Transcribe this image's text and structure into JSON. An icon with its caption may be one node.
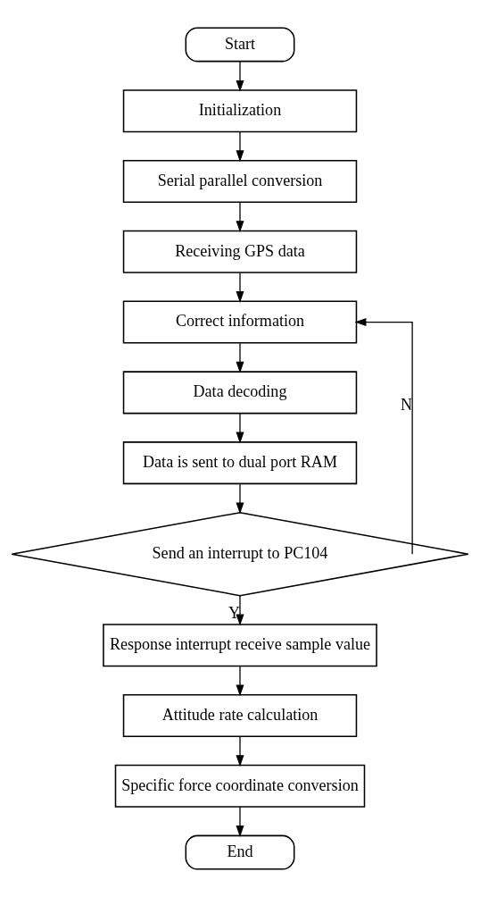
{
  "diagram": {
    "nodes": [
      {
        "text": [
          "Start"
        ]
      },
      {
        "text": [
          "Initialization"
        ]
      },
      {
        "text": [
          "Serial parallel conversion"
        ]
      },
      {
        "text": [
          "Receiving GPS data"
        ]
      },
      {
        "text": [
          "Correct information"
        ]
      },
      {
        "text": [
          "Data decoding"
        ]
      },
      {
        "text": [
          "Data is sent to dual port RAM"
        ]
      },
      {
        "text": [
          "Send an interrupt to PC104"
        ]
      },
      {
        "text": [
          "Response interrupt receive sample value"
        ]
      },
      {
        "text": [
          "Attitude rate calculation"
        ]
      },
      {
        "text": [
          "Specific force coordinate conversion"
        ]
      },
      {
        "text": [
          "End"
        ]
      }
    ],
    "edges": [
      {
        "from": 0,
        "to": 1,
        "arrow": "to"
      },
      {
        "from": 1,
        "to": 2,
        "arrow": "to"
      },
      {
        "from": 2,
        "to": 3,
        "arrow": "to"
      },
      {
        "from": 3,
        "to": 4,
        "arrow": "to"
      },
      {
        "from": 4,
        "to": 5,
        "arrow": "to"
      },
      {
        "from": 5,
        "to": 6,
        "arrow": "to"
      },
      {
        "from": 6,
        "to": 7,
        "arrow": "to"
      },
      {
        "from": 7,
        "to": 8,
        "arrow": "to",
        "label": "Y"
      },
      {
        "from": 8,
        "to": 9,
        "arrow": "to"
      },
      {
        "from": 9,
        "to": 10,
        "arrow": "to"
      },
      {
        "from": 10,
        "to": 11,
        "arrow": "to"
      },
      {
        "from": 7,
        "to": 4,
        "arrow": "to",
        "label": "N"
      }
    ]
  }
}
